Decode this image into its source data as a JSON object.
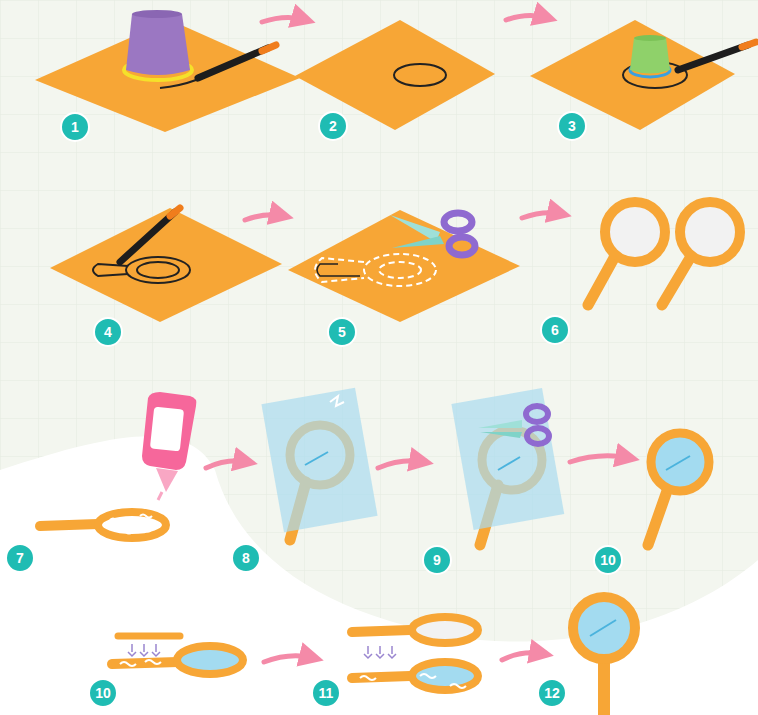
{
  "diagram": {
    "nodes": [
      {
        "text": [
          "1"
        ]
      },
      {
        "text": [
          "2"
        ]
      },
      {
        "text": [
          "3"
        ]
      },
      {
        "text": [
          "4"
        ]
      },
      {
        "text": [
          "5"
        ]
      },
      {
        "text": [
          "6"
        ]
      },
      {
        "text": [
          "7"
        ]
      },
      {
        "text": [
          "8"
        ]
      },
      {
        "text": [
          "9"
        ]
      },
      {
        "text": [
          "10"
        ]
      },
      {
        "text": [
          "10"
        ]
      },
      {
        "text": [
          "11"
        ]
      },
      {
        "text": [
          "12"
        ]
      }
    ]
  }
}
